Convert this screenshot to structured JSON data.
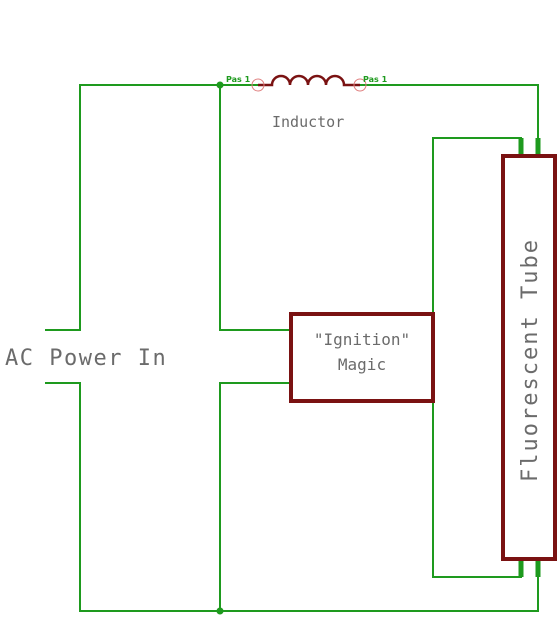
{
  "diagram": {
    "source_label": "AC Power In",
    "inductor_label": "Inductor",
    "pin_left": "Pas 1",
    "pin_right": "Pas 1",
    "ignition_line1": "\"Ignition\"",
    "ignition_line2": "Magic",
    "tube_label": "Fluorescent Tube"
  },
  "colors": {
    "wire": "#1e9a1e",
    "component": "#7a1212",
    "text": "#6b6b6b",
    "pin_circle": "#e08080"
  }
}
